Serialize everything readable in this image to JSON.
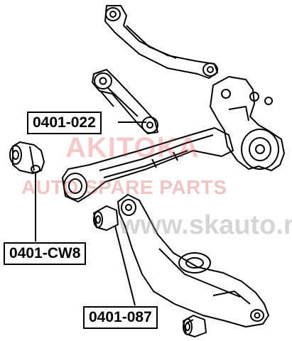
{
  "watermark": {
    "brand": "AKITOKA",
    "tagline": "AUTO SPARE PARTS",
    "site": "www.skauto.ru"
  },
  "part_labels": [
    {
      "id": "upper-arm",
      "code": "0401-022"
    },
    {
      "id": "knuckle-bushing",
      "code": "0401-CW8"
    },
    {
      "id": "lower-arm",
      "code": "0401-087"
    }
  ]
}
